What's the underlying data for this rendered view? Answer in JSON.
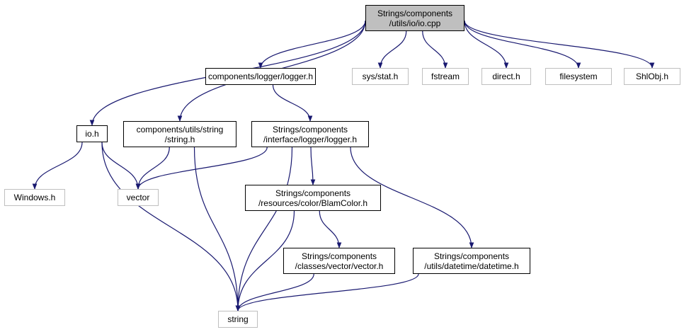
{
  "diagram": {
    "type": "include-dependency-graph",
    "colors": {
      "edge": "#191970",
      "node_border": "#000000",
      "external_border": "#bfbfbf",
      "root_fill": "#bfbfbf"
    },
    "nodes": {
      "io_cpp": {
        "lines": [
          "Strings/components",
          "/utils/io/io.cpp"
        ],
        "kind": "root"
      },
      "logger_h": {
        "lines": [
          "components/logger/logger.h"
        ],
        "kind": "internal"
      },
      "sys_stat": {
        "lines": [
          "sys/stat.h"
        ],
        "kind": "external"
      },
      "fstream": {
        "lines": [
          "fstream"
        ],
        "kind": "external"
      },
      "direct": {
        "lines": [
          "direct.h"
        ],
        "kind": "external"
      },
      "filesystem": {
        "lines": [
          "filesystem"
        ],
        "kind": "external"
      },
      "shlobj": {
        "lines": [
          "ShlObj.h"
        ],
        "kind": "external"
      },
      "io_h": {
        "lines": [
          "io.h"
        ],
        "kind": "internal"
      },
      "string_h": {
        "lines": [
          "components/utils/string",
          "/string.h"
        ],
        "kind": "internal"
      },
      "iface_logger": {
        "lines": [
          "Strings/components",
          "/interface/logger/logger.h"
        ],
        "kind": "internal"
      },
      "windows": {
        "lines": [
          "Windows.h"
        ],
        "kind": "external"
      },
      "vector": {
        "lines": [
          "vector"
        ],
        "kind": "external"
      },
      "blamcolor": {
        "lines": [
          "Strings/components",
          "/resources/color/BlamColor.h"
        ],
        "kind": "internal"
      },
      "vector_h": {
        "lines": [
          "Strings/components",
          "/classes/vector/vector.h"
        ],
        "kind": "internal"
      },
      "datetime": {
        "lines": [
          "Strings/components",
          "/utils/datetime/datetime.h"
        ],
        "kind": "internal"
      },
      "string": {
        "lines": [
          "string"
        ],
        "kind": "external"
      }
    },
    "edges": [
      [
        "io_cpp",
        "logger_h"
      ],
      [
        "io_cpp",
        "sys_stat"
      ],
      [
        "io_cpp",
        "fstream"
      ],
      [
        "io_cpp",
        "direct"
      ],
      [
        "io_cpp",
        "filesystem"
      ],
      [
        "io_cpp",
        "shlobj"
      ],
      [
        "io_cpp",
        "io_h"
      ],
      [
        "io_cpp",
        "string_h"
      ],
      [
        "logger_h",
        "iface_logger"
      ],
      [
        "io_h",
        "windows"
      ],
      [
        "io_h",
        "vector"
      ],
      [
        "io_h",
        "string"
      ],
      [
        "string_h",
        "vector"
      ],
      [
        "string_h",
        "string"
      ],
      [
        "iface_logger",
        "vector"
      ],
      [
        "iface_logger",
        "string"
      ],
      [
        "iface_logger",
        "blamcolor"
      ],
      [
        "iface_logger",
        "datetime"
      ],
      [
        "blamcolor",
        "string"
      ],
      [
        "blamcolor",
        "vector_h"
      ],
      [
        "vector_h",
        "string"
      ],
      [
        "datetime",
        "string"
      ]
    ]
  }
}
